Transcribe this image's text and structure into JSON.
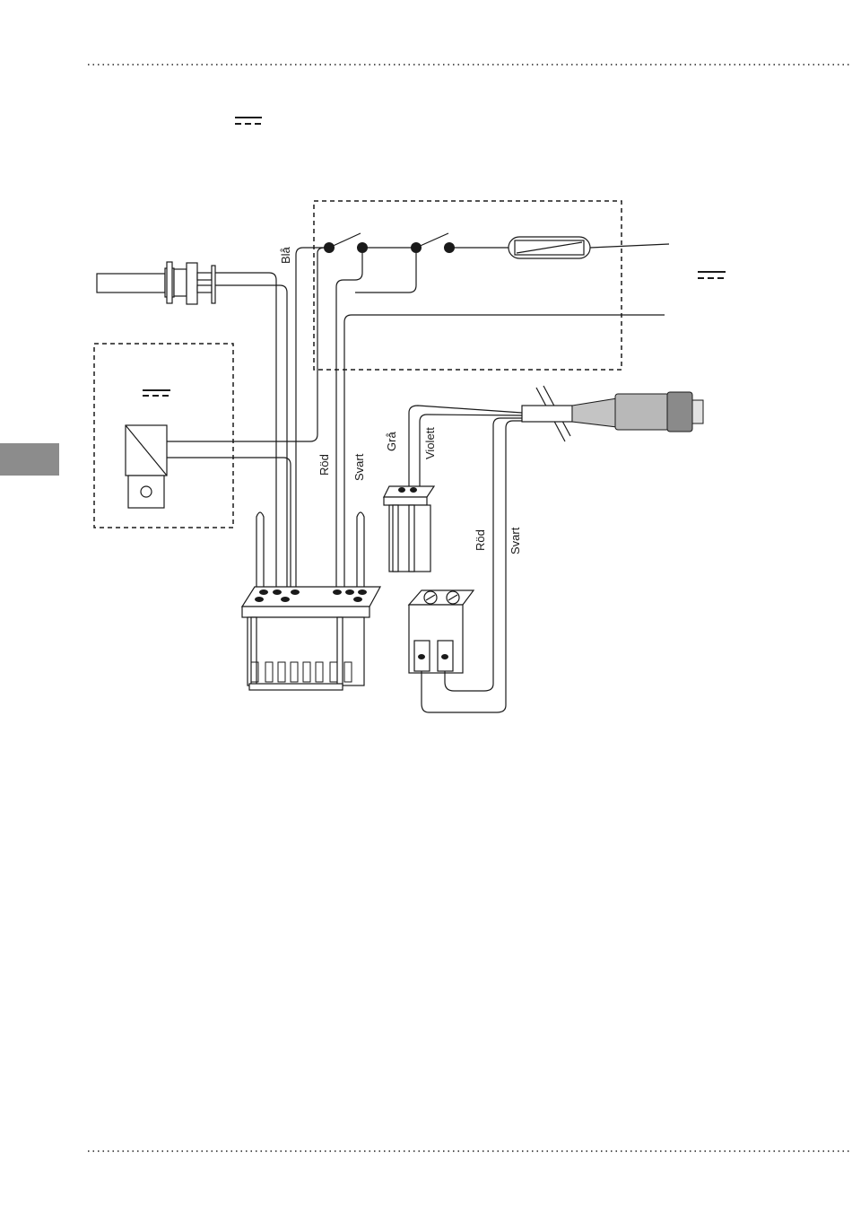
{
  "colors": {
    "page_tab": "#8c8c8c",
    "line": "#1a1a1a",
    "plug_grey": "#b8b8b8",
    "plug_dark": "#8a8a8a"
  },
  "page_elements": {
    "section_tab": "grey-side-tab",
    "top_rule": "dotted-rule",
    "bottom_rule": "dotted-rule"
  },
  "symbols": {
    "dc_symbol_icon": "direct-current-symbol",
    "switch_icon": "switch-symbol",
    "fuse_icon": "fuse-symbol"
  },
  "wire_labels": {
    "bla": "Blå",
    "rod_main": "Röd",
    "svart_main": "Svart",
    "gra": "Grå",
    "violett": "Violett",
    "rod_cable": "Röd",
    "svart_cable": "Svart"
  }
}
